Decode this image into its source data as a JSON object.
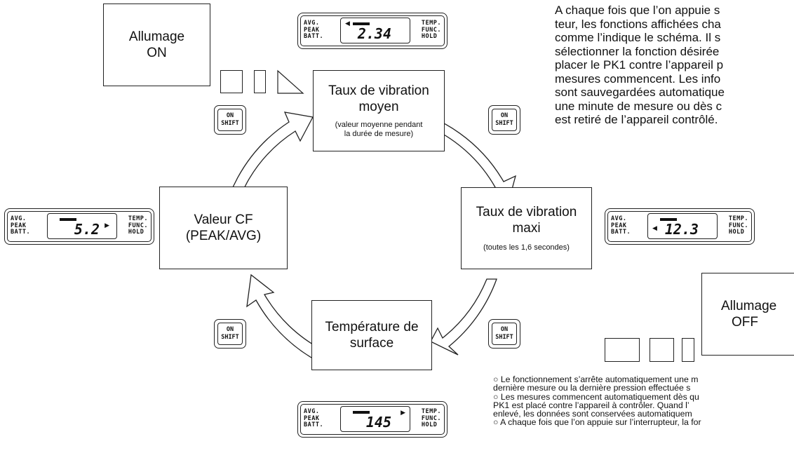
{
  "paragraph_lines": [
    "A chaque fois que l’on appuie s",
    "teur, les fonctions affichées cha",
    "comme l’indique le schéma. Il s",
    "sélectionner la fonction désirée",
    "placer le PK1 contre l’appareil p",
    "mesures commencent. Les info",
    "sont sauvegardées automatique",
    "une minute de mesure ou dès c",
    "est retiré de l’appareil contrôlé."
  ],
  "power_on": {
    "line1": "Allumage",
    "line2": "ON"
  },
  "power_off": {
    "line1": "Allumage",
    "line2": "OFF"
  },
  "modes": {
    "avg": {
      "title_line1": "Taux de vibration",
      "title_line2": "moyen",
      "note_line1": "(valeur moyenne pendant",
      "note_line2": "la durée de mesure)"
    },
    "peak": {
      "title_line1": "Taux de vibration",
      "title_line2": "maxi",
      "note_line1": "(toutes les 1,6 secondes)"
    },
    "temp": {
      "title_line1": "Température de",
      "title_line2": "surface"
    },
    "cf": {
      "title_line1": "Valeur CF",
      "title_line2": "(PEAK/AVG)"
    }
  },
  "lcd_labels": {
    "left": [
      "AVG.",
      "PEAK",
      "BATT."
    ],
    "right": [
      "TEMP.",
      "FUNC.",
      "HOLD"
    ]
  },
  "displays": {
    "top": "2.34",
    "right": "12.3",
    "bottom": "145",
    "left": "5.2"
  },
  "shift_button": {
    "line1": "ON",
    "line2": "SHIFT"
  },
  "bottom_notes": [
    "○ Le fonctionnement s’arrête automatiquement une m",
    "   dernière mesure ou la dernière pression effectuée s",
    "○ Les mesures commencent automatiquement dès qu",
    "   PK1 est placé contre l’appareil à contrôler. Quand l’",
    "   enlevé, les données sont conservées automatiquem",
    "○ A chaque fois que l’on appuie sur l’interrupteur, la for"
  ]
}
